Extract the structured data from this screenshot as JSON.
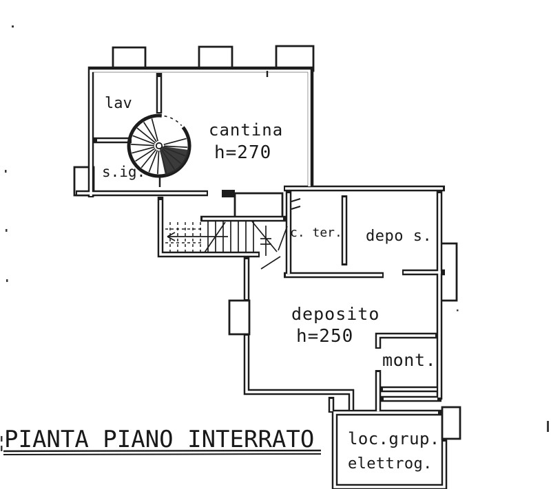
{
  "plan": {
    "title": "PIANTA PIANO INTERRATO",
    "rooms": {
      "lav": {
        "label": "lav"
      },
      "sig": {
        "label": "s.ig."
      },
      "cantina": {
        "label": "cantina",
        "height": "h=270"
      },
      "cter": {
        "label": "c. ter."
      },
      "depos": {
        "label": "depo s."
      },
      "deposito": {
        "label": "deposito",
        "height": "h=250"
      },
      "mont": {
        "label": "mont."
      },
      "locgrup": {
        "line1": "loc.grup.",
        "line2": "elettrog."
      }
    },
    "colors": {
      "ink": "#1c1c1c",
      "paper": "#ffffff"
    }
  }
}
